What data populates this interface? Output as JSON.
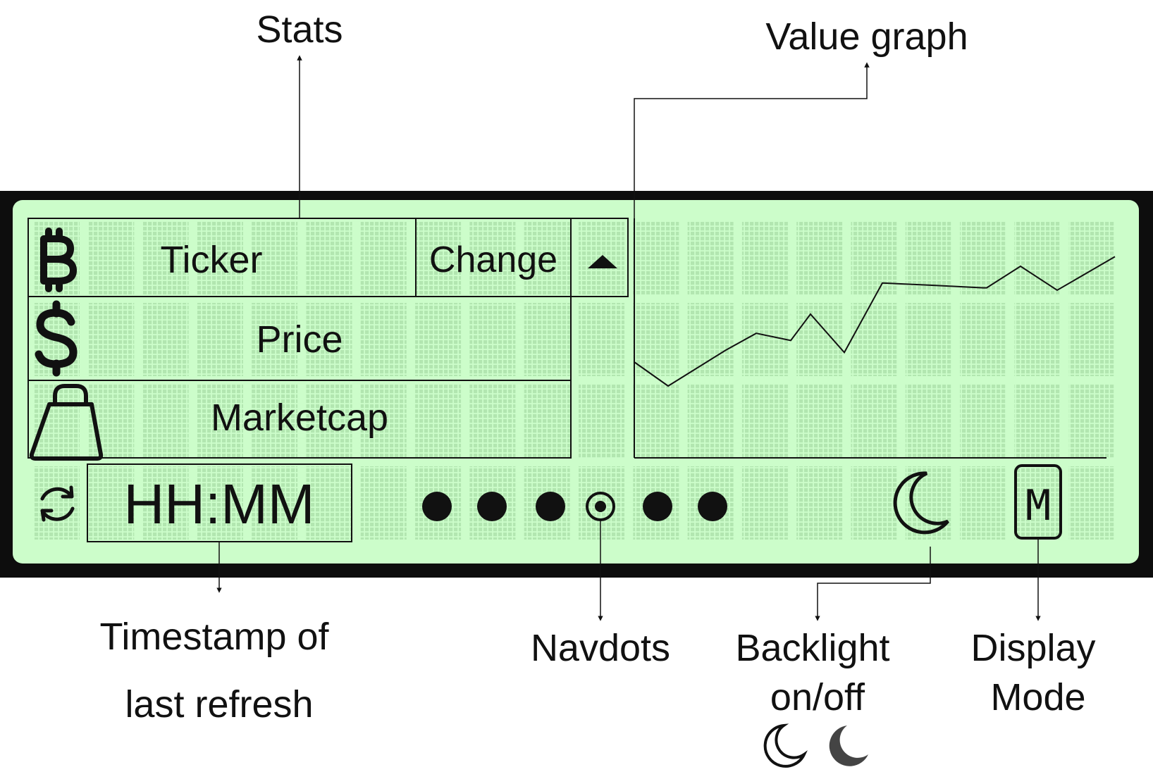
{
  "callouts": {
    "stats": "Stats",
    "value_graph": "Value graph",
    "timestamp_line1": "Timestamp of",
    "timestamp_line2": "last refresh",
    "navdots": "Navdots",
    "backlight_line1": "Backlight",
    "backlight_line2": "on/off",
    "display_mode_line1": "Display",
    "display_mode_line2": "Mode"
  },
  "lcd": {
    "ticker": "Ticker",
    "change": "Change",
    "price": "Price",
    "marketcap": "Marketcap",
    "time": "HH:MM",
    "mode_letter": "M",
    "navdots": {
      "count": 6,
      "active_index": 3
    },
    "icons": {
      "ticker": "bitcoin-icon",
      "change": "up-triangle-icon",
      "price": "dollar-icon",
      "marketcap": "shopping-bag-icon",
      "refresh": "refresh-icon",
      "backlight": "moon-icon",
      "mode": "mode-m-icon"
    },
    "colors": {
      "screen": "#ccfdca",
      "bezel": "#0d0d0d",
      "grid": "#b2e6b0"
    }
  },
  "graph_values": [
    40,
    30,
    45,
    52,
    49,
    60,
    44,
    73,
    72,
    71,
    71,
    80,
    70,
    84
  ]
}
